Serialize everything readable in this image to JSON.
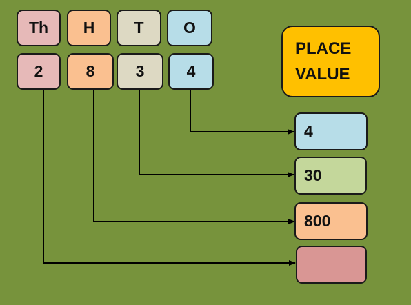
{
  "title": {
    "line1": "PLACE",
    "line2": "VALUE"
  },
  "headers": [
    "Th",
    "H",
    "T",
    "O"
  ],
  "digits": [
    "2",
    "8",
    "3",
    "4"
  ],
  "place_values": [
    "4",
    "30",
    "800",
    ""
  ],
  "colors": {
    "background": "#77933c",
    "thousands": "#e6b9b8",
    "hundreds": "#fac090",
    "tens": "#ddd9c3",
    "ones": "#b7dde8",
    "result_ones": "#b7dde8",
    "result_tens": "#c4d79b",
    "result_hundreds": "#fac090",
    "result_thousands": "#d99694",
    "title": "#ffc000"
  }
}
